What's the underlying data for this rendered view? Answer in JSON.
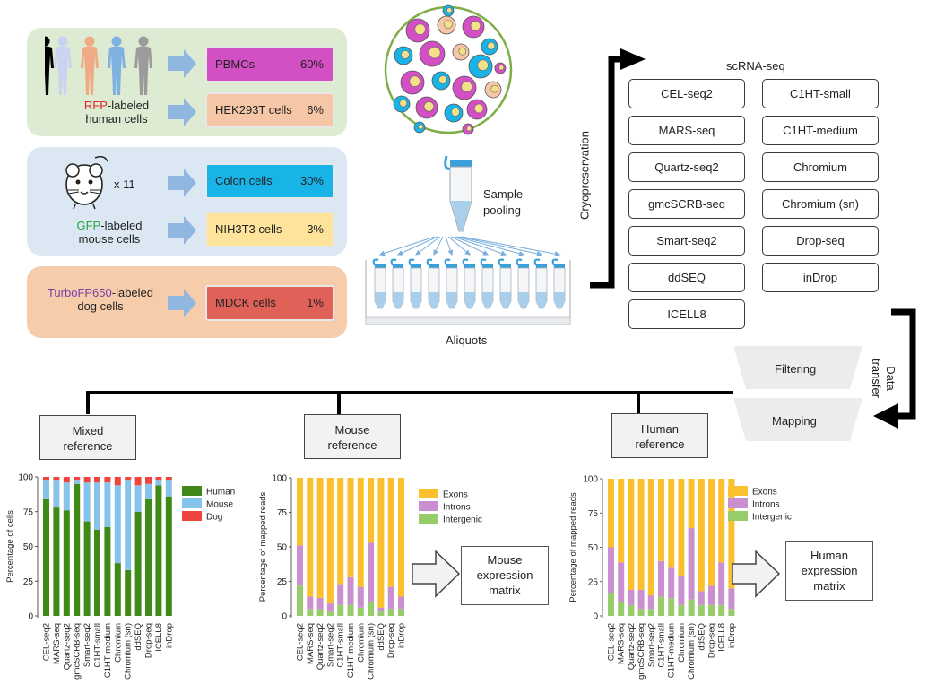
{
  "left_panels": {
    "human": {
      "label_colored": "RFP",
      "label_rest": "-labeled",
      "label_line2": "human cells",
      "label_color": "#e0262a",
      "cells": [
        {
          "name": "PBMCs",
          "pct": "60%",
          "color": "#d24fc4"
        },
        {
          "name": "HEK293T cells",
          "pct": "6%",
          "color": "#f6c7a6"
        }
      ]
    },
    "mouse": {
      "multiplier": "x 11",
      "label_colored": "GFP",
      "label_rest": "-labeled",
      "label_line2": "mouse cells",
      "label_color": "#28a745",
      "cells": [
        {
          "name": "Colon cells",
          "pct": "30%",
          "color": "#18b4e8"
        },
        {
          "name": "NIH3T3 cells",
          "pct": "3%",
          "color": "#fde49a"
        }
      ]
    },
    "dog": {
      "label_colored": "TurboFP650",
      "label_rest": "-labeled",
      "label_line2": "dog cells",
      "label_color": "#7b3fa8",
      "cells": [
        {
          "name": "MDCK cells",
          "pct": "1%",
          "color": "#e06158"
        }
      ]
    }
  },
  "pooling": {
    "sample_pooling_l1": "Sample",
    "sample_pooling_l2": "pooling",
    "aliquots": "Aliquots"
  },
  "cryo": "Cryopreservation",
  "scrna": {
    "title": "scRNA-seq",
    "left": [
      "CEL-seq2",
      "MARS-seq",
      "Quartz-seq2",
      "gmcSCRB-seq",
      "Smart-seq2",
      "ddSEQ",
      "ICELL8"
    ],
    "right": [
      "C1HT-small",
      "C1HT-medium",
      "Chromium",
      "Chromium (sn)",
      "Drop-seq",
      "inDrop"
    ]
  },
  "data_transfer_l1": "Data",
  "data_transfer_l2": "transfer",
  "steps": {
    "filtering": "Filtering",
    "mapping": "Mapping"
  },
  "refs": {
    "mixed": [
      "Mixed",
      "reference"
    ],
    "mouse": [
      "Mouse",
      "reference"
    ],
    "human": [
      "Human",
      "reference"
    ]
  },
  "matrices": {
    "mouse": [
      "Mouse",
      "expression",
      "matrix"
    ],
    "human": [
      "Human",
      "expression",
      "matrix"
    ]
  },
  "chart_data": [
    {
      "type": "bar",
      "stacked": true,
      "ylabel": "Percentage of cells",
      "ylim": [
        0,
        100
      ],
      "yticks": [
        0,
        25,
        50,
        75,
        100
      ],
      "categories": [
        "CEL-seq2",
        "MARS-seq",
        "Quartz-seq2",
        "gmcSCRB-seq",
        "Smart-seq2",
        "C1HT-small",
        "C1HT-medium",
        "Chromium",
        "Chromium (sn)",
        "ddSEQ",
        "Drop-seq",
        "ICELL8",
        "inDrop"
      ],
      "legend_position": "right",
      "series": [
        {
          "name": "Human",
          "color": "#3f8a16",
          "values": [
            84,
            78,
            76,
            95,
            68,
            62,
            64,
            38,
            33,
            75,
            84,
            94,
            86
          ]
        },
        {
          "name": "Mouse",
          "color": "#86c3ea",
          "values": [
            14,
            20,
            20,
            3,
            28,
            34,
            32,
            56,
            65,
            19,
            11,
            4,
            12
          ]
        },
        {
          "name": "Dog",
          "color": "#f0443f",
          "values": [
            2,
            2,
            4,
            2,
            4,
            4,
            4,
            6,
            2,
            6,
            5,
            2,
            2
          ]
        }
      ]
    },
    {
      "type": "bar",
      "stacked": true,
      "ylabel": "Percentage of mapped reads",
      "ylim": [
        0,
        100
      ],
      "yticks": [
        0,
        25,
        50,
        75,
        100
      ],
      "categories": [
        "CEL-seq2",
        "MARS-seq",
        "Quartz-seq2",
        "Smart-seq2",
        "C1HT-small",
        "C1HT-medium",
        "Chromium",
        "Chromium (sn)",
        "ddSEQ",
        "Drop-seq",
        "inDrop"
      ],
      "legend_position": "right",
      "series": [
        {
          "name": "Intergenic",
          "color": "#97cc6a",
          "values": [
            22,
            5,
            5,
            3,
            8,
            8,
            6,
            10,
            3,
            5,
            5
          ]
        },
        {
          "name": "Introns",
          "color": "#c98fd0",
          "values": [
            29,
            9,
            8,
            6,
            15,
            20,
            15,
            43,
            3,
            16,
            9
          ]
        },
        {
          "name": "Exons",
          "color": "#fbc02d",
          "values": [
            49,
            86,
            87,
            91,
            77,
            72,
            79,
            47,
            94,
            79,
            86
          ]
        }
      ]
    },
    {
      "type": "bar",
      "stacked": true,
      "ylabel": "Percentage of mapped reads",
      "ylim": [
        0,
        100
      ],
      "yticks": [
        0,
        25,
        50,
        75,
        100
      ],
      "categories": [
        "CEL-seq2",
        "MARS-seq",
        "Quartz-seq2",
        "gmcSCRB-seq",
        "Smart-seq2",
        "C1HT-small",
        "C1HT-medium",
        "Chromium",
        "Chromium (sn)",
        "ddSEQ",
        "Drop-seq",
        "ICELL8",
        "inDrop"
      ],
      "legend_position": "right",
      "series": [
        {
          "name": "Intergenic",
          "color": "#97cc6a",
          "values": [
            17,
            10,
            8,
            5,
            5,
            14,
            13,
            8,
            12,
            8,
            8,
            8,
            5
          ]
        },
        {
          "name": "Introns",
          "color": "#c98fd0",
          "values": [
            33,
            29,
            11,
            14,
            10,
            26,
            22,
            21,
            52,
            10,
            14,
            31,
            15
          ]
        },
        {
          "name": "Exons",
          "color": "#fbc02d",
          "values": [
            50,
            61,
            81,
            81,
            85,
            60,
            65,
            71,
            36,
            82,
            78,
            61,
            80
          ]
        }
      ]
    }
  ]
}
